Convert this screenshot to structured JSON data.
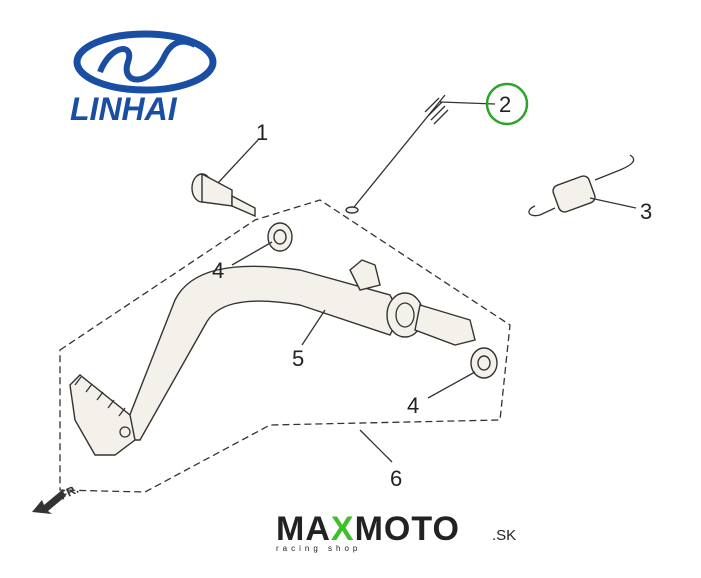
{
  "brand_logo": {
    "text": "LINHAI",
    "color": "#1a4ea3"
  },
  "shop_logo": {
    "name_part1": "MA",
    "name_x": "X",
    "name_part2": "MOTO",
    "domain": ".SK",
    "tagline": "racing shop",
    "accent_color": "#3fbf2a",
    "text_color": "#222222"
  },
  "diagram": {
    "direction_marker": "FR.",
    "highlight_color": "#2aa52a",
    "callouts": [
      {
        "number": "1",
        "highlighted": false
      },
      {
        "number": "2",
        "highlighted": true
      },
      {
        "number": "3",
        "highlighted": false
      },
      {
        "number": "4",
        "highlighted": false
      },
      {
        "number": "5",
        "highlighted": false
      },
      {
        "number": "4",
        "highlighted": false
      },
      {
        "number": "6",
        "highlighted": false
      }
    ]
  }
}
